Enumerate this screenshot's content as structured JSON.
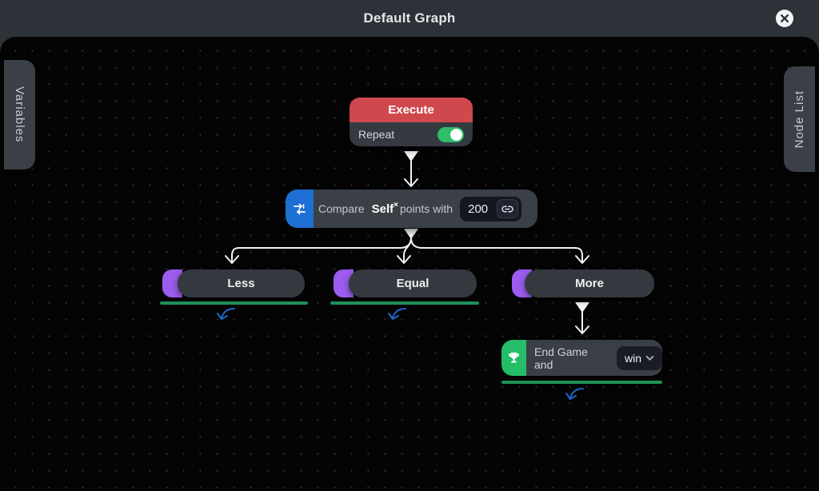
{
  "titlebar": {
    "title": "Default Graph"
  },
  "side_tabs": {
    "left_label": "Variables",
    "right_label": "Node List"
  },
  "nodes": {
    "execute": {
      "title": "Execute",
      "repeat_label": "Repeat",
      "repeat_on": true
    },
    "compare": {
      "prefix": "Compare",
      "variable_chip": "Self",
      "remove_glyph": "×",
      "suffix": "points with",
      "value": "200"
    },
    "branches": [
      {
        "label": "Less"
      },
      {
        "label": "Equal"
      },
      {
        "label": "More"
      }
    ],
    "end_game": {
      "label": "End Game and",
      "selected_option": "win"
    }
  },
  "icons": [
    "close-icon",
    "compare-icon",
    "link-icon",
    "trophy-icon",
    "chevron-down-icon"
  ],
  "colors": {
    "topbar_bg": "#2c3237",
    "canvas_bg": "#040405",
    "execute_header_red": "#cf484d",
    "toggle_green": "#2ebd6b",
    "compare_cap_blue": "#1e6fd4",
    "branch_cap_purple": "#9d5cf0",
    "endgame_cap_green": "#25bd68",
    "underline_green": "#1f9158",
    "wire_white": "#f2f3f5",
    "loop_arrow_blue": "#2166cc",
    "node_body": "#3a4046"
  }
}
